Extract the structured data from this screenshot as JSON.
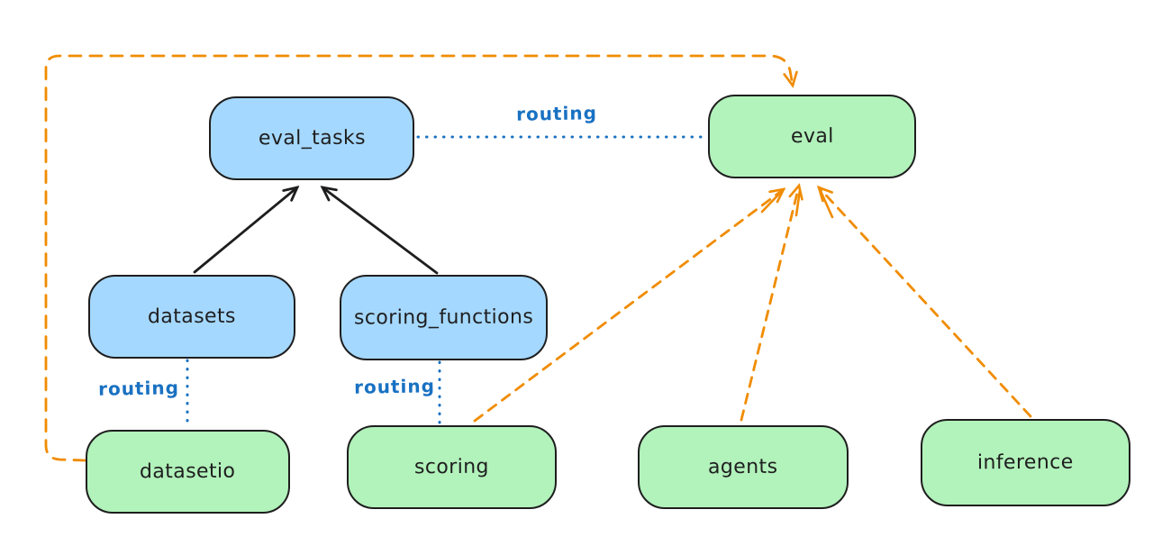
{
  "diagram": {
    "background": "#ffffff",
    "nodes": [
      {
        "id": "eval_tasks",
        "label": "eval_tasks",
        "kind": "resource",
        "fill": "#a5d8ff"
      },
      {
        "id": "eval",
        "label": "eval",
        "kind": "api",
        "fill": "#b2f2bb"
      },
      {
        "id": "datasets",
        "label": "datasets",
        "kind": "resource",
        "fill": "#a5d8ff"
      },
      {
        "id": "scoring_functions",
        "label": "scoring_functions",
        "kind": "resource",
        "fill": "#a5d8ff"
      },
      {
        "id": "datasetio",
        "label": "datasetio",
        "kind": "api",
        "fill": "#b2f2bb"
      },
      {
        "id": "scoring",
        "label": "scoring",
        "kind": "api",
        "fill": "#b2f2bb"
      },
      {
        "id": "agents",
        "label": "agents",
        "kind": "api",
        "fill": "#b2f2bb"
      },
      {
        "id": "inference",
        "label": "inference",
        "kind": "api",
        "fill": "#b2f2bb"
      }
    ],
    "routing_labels": [
      "routing",
      "routing",
      "routing"
    ],
    "edges": [
      {
        "from": "datasets",
        "to": "eval_tasks",
        "style": "solid-arrow",
        "color": "#1e1e1e"
      },
      {
        "from": "scoring_functions",
        "to": "eval_tasks",
        "style": "solid-arrow",
        "color": "#1e1e1e"
      },
      {
        "from": "eval_tasks",
        "to": "eval",
        "style": "dotted-line",
        "color": "#1971c2",
        "label": "routing"
      },
      {
        "from": "datasets",
        "to": "datasetio",
        "style": "dotted-line",
        "color": "#1971c2",
        "label": "routing"
      },
      {
        "from": "scoring_functions",
        "to": "scoring",
        "style": "dotted-line",
        "color": "#1971c2",
        "label": "routing"
      },
      {
        "from": "datasetio",
        "to": "eval",
        "style": "dashed-arrow",
        "color": "#f08c00"
      },
      {
        "from": "scoring",
        "to": "eval",
        "style": "dashed-arrow",
        "color": "#f08c00"
      },
      {
        "from": "agents",
        "to": "eval",
        "style": "dashed-arrow",
        "color": "#f08c00"
      },
      {
        "from": "inference",
        "to": "eval",
        "style": "dashed-arrow",
        "color": "#f08c00"
      }
    ],
    "colors": {
      "resource_fill": "#a5d8ff",
      "api_fill": "#b2f2bb",
      "stroke": "#1e1e1e",
      "routing": "#1971c2",
      "provider_flow": "#f08c00",
      "background": "#ffffff"
    }
  }
}
